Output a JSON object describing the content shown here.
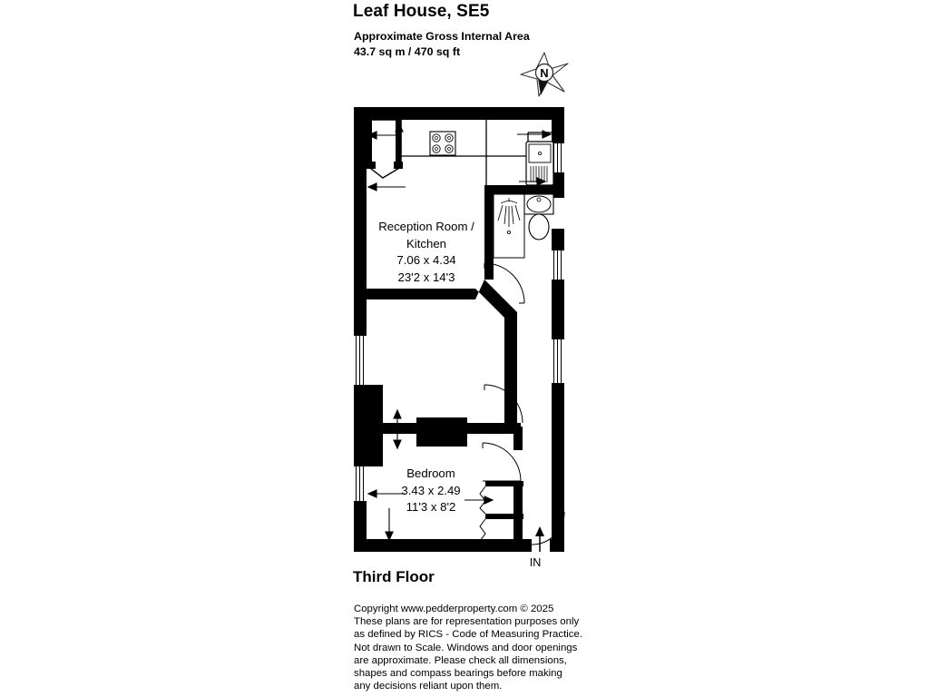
{
  "header": {
    "title": "Leaf House, SE5",
    "area_caption": "Approximate Gross Internal Area",
    "area_value": "43.7 sq m / 470 sq ft"
  },
  "compass": {
    "north_letter": "N",
    "icon": "compass-rose-icon"
  },
  "plan": {
    "floor_label": "Third Floor",
    "entry_label": "IN",
    "rooms": [
      {
        "id": "reception-kitchen",
        "name_line1": "Reception Room /",
        "name_line2": "Kitchen",
        "metric": "7.06 x 4.34",
        "imperial": "23'2 x 14'3"
      },
      {
        "id": "bedroom",
        "name_line1": "Bedroom",
        "name_line2": "",
        "metric": "3.43 x 2.49",
        "imperial": "11'3 x 8'2"
      }
    ],
    "fixtures": [
      "hob-icon",
      "shower-tray-icon",
      "shower-head-icon",
      "wash-basin-icon",
      "toilet-icon"
    ],
    "colors": {
      "wall": "#000000",
      "background": "#ffffff",
      "line": "#1a1a1a"
    }
  },
  "footer": {
    "lines": [
      "Copyright www.pedderproperty.com © 2025",
      "These plans are for representation purposes only",
      "as defined by RICS - Code of Measuring Practice.",
      "Not drawn to Scale. Windows and door openings",
      "are approximate. Please check all dimensions,",
      "shapes and compass bearings before making",
      "any decisions reliant upon them."
    ]
  }
}
